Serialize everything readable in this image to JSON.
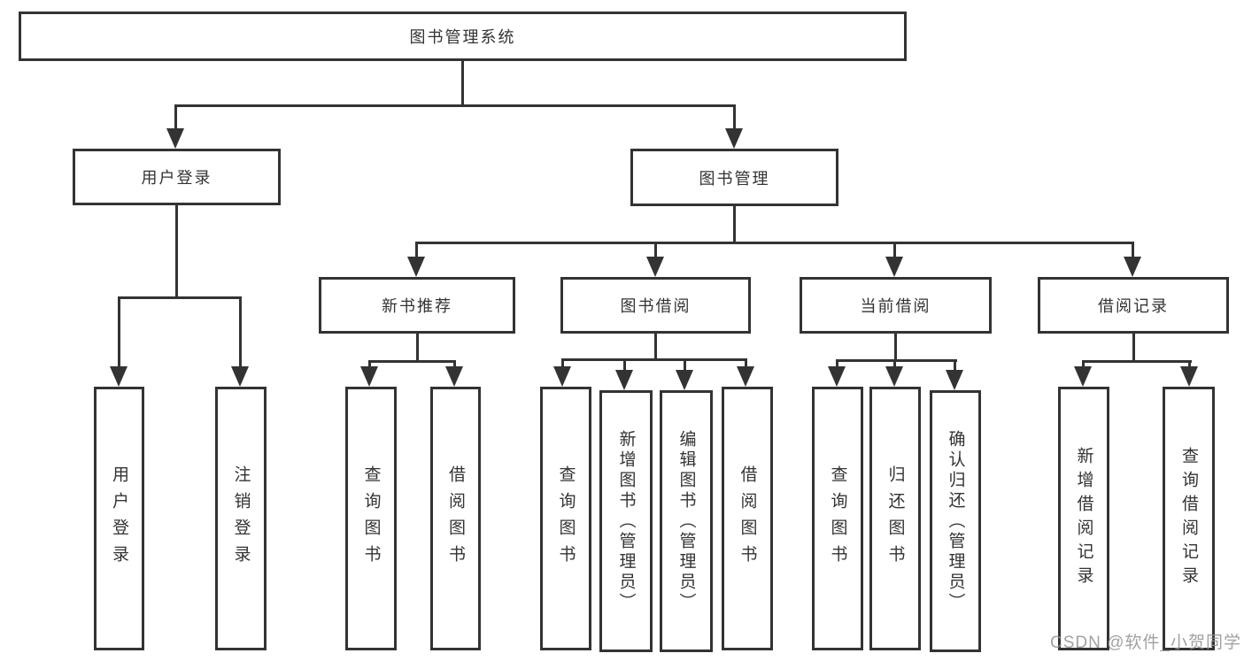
{
  "nodes": {
    "root": "图书管理系统",
    "level2": {
      "userLogin": "用户登录",
      "bookManagement": "图书管理"
    },
    "level3": {
      "newBookRecommend": "新书推荐",
      "bookBorrow": "图书借阅",
      "currentBorrow": "当前借阅",
      "borrowRecords": "借阅记录"
    },
    "leaves": {
      "userLogin": "用户登录",
      "logout": "注销登录",
      "queryBooksRecommend": "查询图书",
      "borrowBooksRecommend": "借阅图书",
      "queryBooksBorrow": "查询图书",
      "addBookAdmin": "新增图书（管理员）",
      "editBookAdmin": "编辑图书（管理员）",
      "borrowBooksBorrow": "借阅图书",
      "queryBooksCurrent": "查询图书",
      "returnBook": "归还图书",
      "confirmReturnAdmin": "确认归还（管理员）",
      "addBorrowRecord": "新增借阅记录",
      "queryBorrowRecord": "查询借阅记录"
    }
  },
  "watermark": "CSDN @软件_小贺同学",
  "colors": {
    "line": "#333333",
    "background": "#ffffff",
    "watermark": "#919191"
  }
}
